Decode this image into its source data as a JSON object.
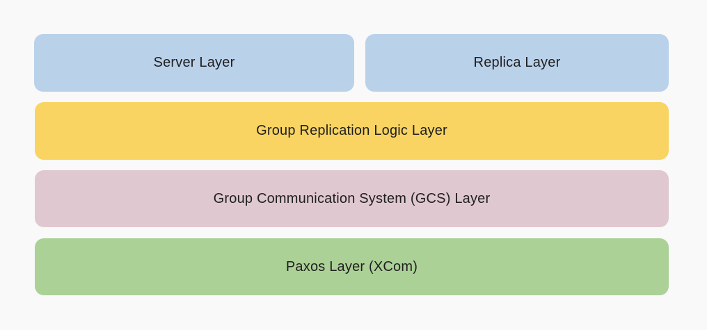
{
  "layers": {
    "server": {
      "label": "Server Layer",
      "color": "#bad1ea"
    },
    "replica": {
      "label": "Replica Layer",
      "color": "#bad1ea"
    },
    "gr_logic": {
      "label": "Group Replication Logic Layer",
      "color": "#f9d462"
    },
    "gcs": {
      "label": "Group Communication System (GCS) Layer",
      "color": "#e0c8d1"
    },
    "paxos": {
      "label": "Paxos Layer (XCom)",
      "color": "#acd197"
    }
  }
}
